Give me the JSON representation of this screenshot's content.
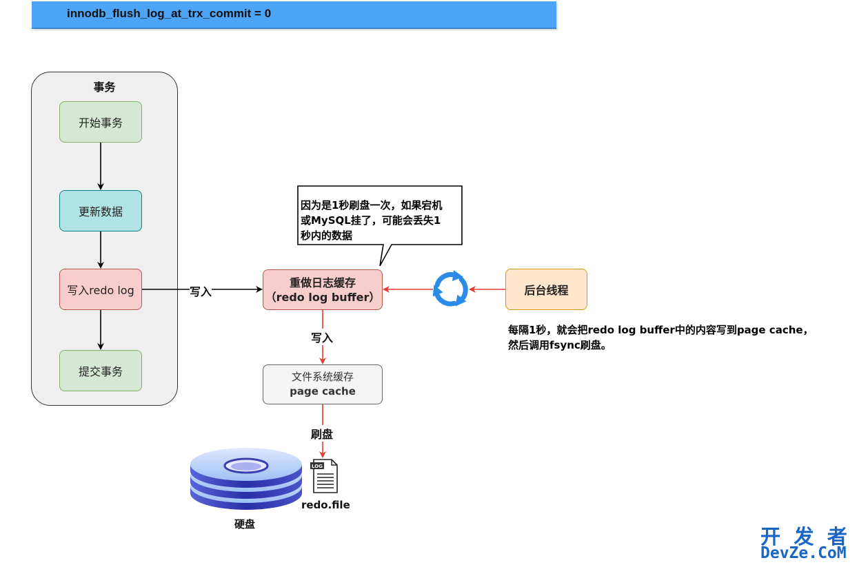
{
  "banner": {
    "text": "innodb_flush_log_at_trx_commit = 0"
  },
  "transaction": {
    "title": "事务",
    "steps": [
      "开始事务",
      "更新数据",
      "写入redo log",
      "提交事务"
    ]
  },
  "buffer": {
    "line1": "重做日志缓存",
    "line2": "（redo log buffer）"
  },
  "page_cache": {
    "line1": "文件系统缓存",
    "line2": "page cache"
  },
  "background_thread": {
    "label": "后台线程"
  },
  "edge_labels": {
    "write_to_buffer": "写入",
    "write_to_cache": "写入",
    "flush": "刷盘"
  },
  "callout": {
    "lines": [
      "因为是1秒刷盘一次，如果宕机",
      "或MySQL挂了，可能会丢失1",
      "秒内的数据"
    ]
  },
  "note": {
    "lines": [
      "每隔1秒，就会把redo log buffer中的内容写到page cache，",
      "然后调用fsync刷盘。"
    ]
  },
  "disk": {
    "label": "硬盘"
  },
  "file": {
    "badge": "LOG",
    "label": "redo.file"
  },
  "watermark": {
    "line1": "开 发 者",
    "line2": "DevZe.CoM"
  },
  "colors": {
    "arrow_red": "#e53935",
    "arrow_black": "#000000",
    "banner": "#4da3f5",
    "refresh_icon": "#2a8be8"
  }
}
